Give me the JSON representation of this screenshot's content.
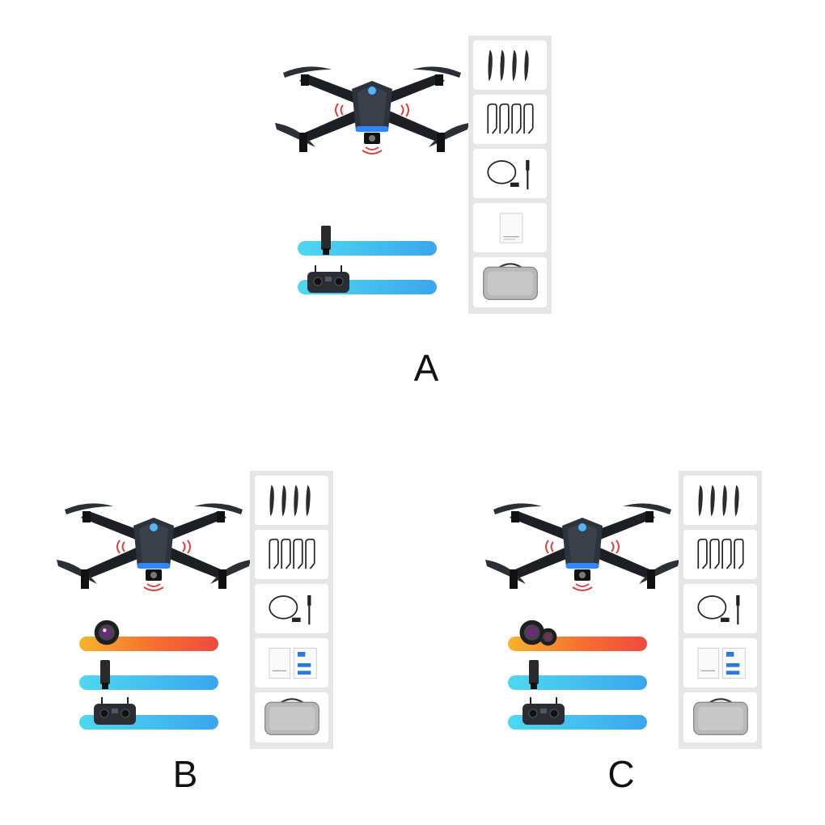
{
  "options": [
    {
      "label": "A",
      "camera": "none",
      "items": [
        "propellers",
        "propeller-guards",
        "usb-cable-screwdriver",
        "manual",
        "carry-case"
      ],
      "bars": [
        "battery",
        "remote-controller"
      ]
    },
    {
      "label": "B",
      "camera": "single",
      "items": [
        "propellers",
        "propeller-guards",
        "usb-cable-screwdriver",
        "manuals",
        "carry-case"
      ],
      "bars": [
        "camera",
        "battery",
        "remote-controller"
      ]
    },
    {
      "label": "C",
      "camera": "dual",
      "items": [
        "propellers",
        "propeller-guards",
        "usb-cable-screwdriver",
        "manuals",
        "carry-case"
      ],
      "bars": [
        "dual-camera",
        "battery",
        "remote-controller"
      ]
    }
  ],
  "colors": {
    "accent_cyan": "#3aa6ee",
    "accent_orange": "#f6722e",
    "panel_gray": "#e6e6e6"
  }
}
